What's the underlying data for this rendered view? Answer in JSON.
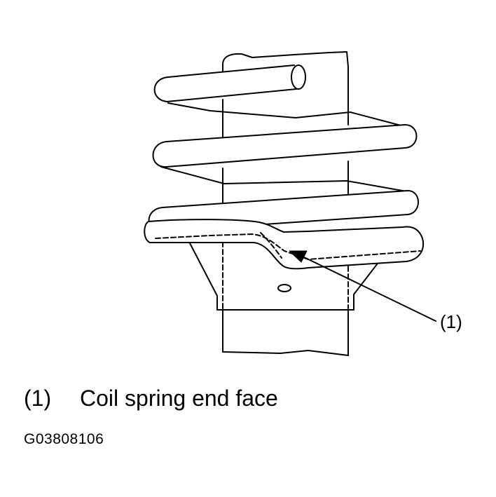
{
  "diagram": {
    "callout_label": "(1)"
  },
  "legend": {
    "number": "(1)",
    "text": "Coil spring end face"
  },
  "figure_id": "G03808106",
  "colors": {
    "line": "#000000",
    "background": "#ffffff"
  }
}
